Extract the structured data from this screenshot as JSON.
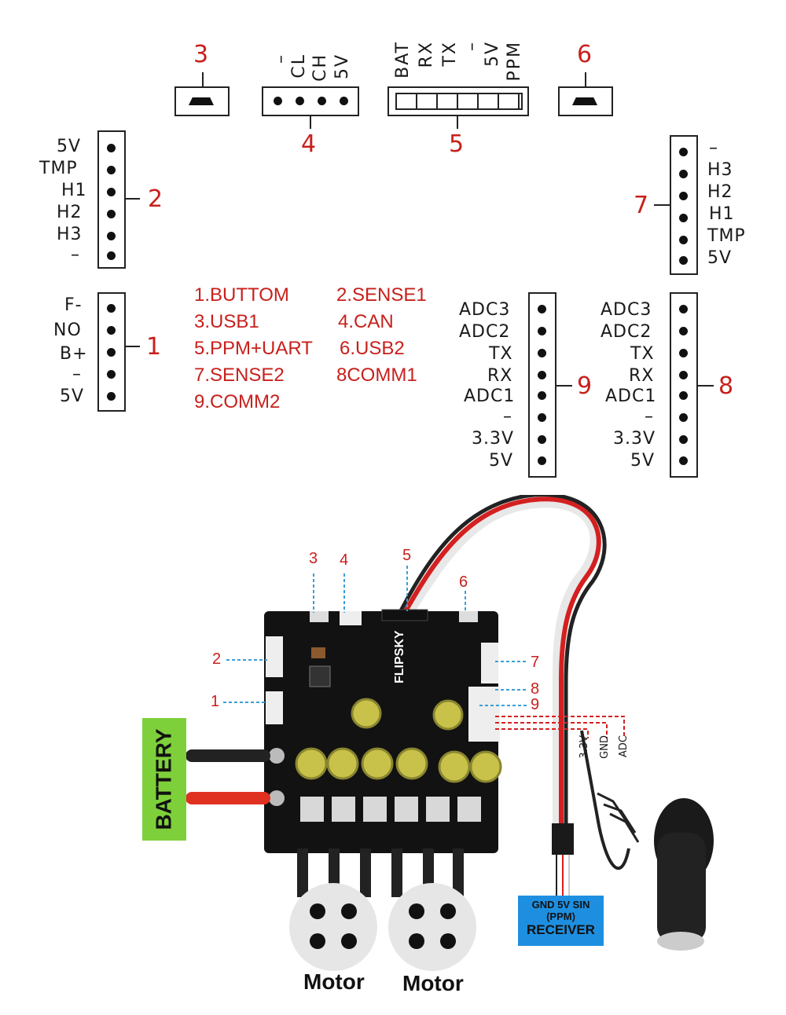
{
  "connectors": {
    "c1": {
      "num": "1",
      "pins": [
        "F-",
        "NO",
        "B+",
        "–",
        "5V"
      ]
    },
    "c2": {
      "num": "2",
      "pins": [
        "5V",
        "TMP",
        "H1",
        "H2",
        "H3",
        "–"
      ]
    },
    "c3": {
      "num": "3"
    },
    "c4": {
      "num": "4",
      "pins": [
        "–",
        "CL",
        "CH",
        "5V"
      ]
    },
    "c5": {
      "num": "5",
      "pins": [
        "BAT",
        "RX",
        "TX",
        "–",
        "5V",
        "PPM"
      ]
    },
    "c6": {
      "num": "6"
    },
    "c7": {
      "num": "7",
      "pins": [
        "–",
        "H3",
        "H2",
        "H1",
        "TMP",
        "5V"
      ]
    },
    "c8": {
      "num": "8",
      "pins": [
        "ADC3",
        "ADC2",
        "TX",
        "RX",
        "ADC1",
        "–",
        "3.3V",
        "5V"
      ]
    },
    "c9": {
      "num": "9",
      "pins": [
        "ADC3",
        "ADC2",
        "TX",
        "RX",
        "ADC1",
        "–",
        "3.3V",
        "5V"
      ]
    }
  },
  "legend": [
    "1.BUTTOM",
    "2.SENSE1",
    "3.USB1",
    "4.CAN",
    "5.PPM+UART",
    "6.USB2",
    "7.SENSE2",
    "8COMM1",
    "9.COMM2"
  ],
  "board": {
    "callouts": [
      "1",
      "2",
      "3",
      "4",
      "5",
      "6",
      "7",
      "8",
      "9"
    ],
    "brand": "FLIPSKY",
    "battery_label": "BATTERY",
    "adc_labels": [
      "3.3V",
      "GND",
      "ADC"
    ],
    "receiver": {
      "line1": "GND 5V SIN",
      "line2": "(PPM)",
      "line3": "RECEIVER"
    },
    "motors": [
      "Motor",
      "Motor"
    ]
  },
  "colors": {
    "red": "#c8201c",
    "battery_green": "#7ed03a",
    "receiver_blue": "#1e8fe0",
    "board": "#121212"
  }
}
